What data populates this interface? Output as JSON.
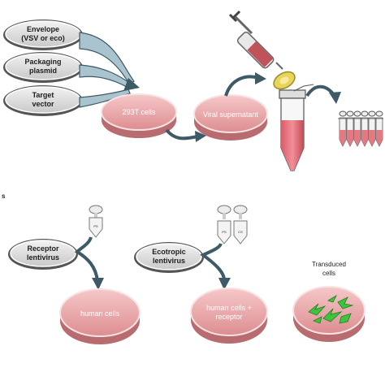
{
  "top": {
    "ovals": [
      {
        "line1": "Envelope",
        "line2": "(VSV or eco)"
      },
      {
        "line1": "Packaging",
        "line2": "plasmid"
      },
      {
        "line1": "Target",
        "line2": "vector"
      }
    ],
    "dish_293t": "293T cells",
    "dish_supernatant": "Viral supernatant"
  },
  "bottom": {
    "panel_letter": "s",
    "receptor": {
      "line1": "Receptor",
      "line2": "lentivirus"
    },
    "ecotropic": {
      "line1": "Ecotropic",
      "line2": "lentivirus"
    },
    "tube_label_ps": "PS",
    "tube_label_cs": "CS",
    "dish_human": "human cells",
    "dish_human_receptor": {
      "line1": "human cells +",
      "line2": "receptor"
    },
    "transduced": {
      "line1": "Transduced",
      "line2": "cells"
    }
  },
  "colors": {
    "dish_fill": "#e8a3a4",
    "dish_rim": "#f4d7d8",
    "oval_fill": "#d7d7d7",
    "arrow": "#3d5a66",
    "syringe_liquid": "#c0525a",
    "filter": "#e8d45a",
    "cell_green": "#3fc43f"
  }
}
